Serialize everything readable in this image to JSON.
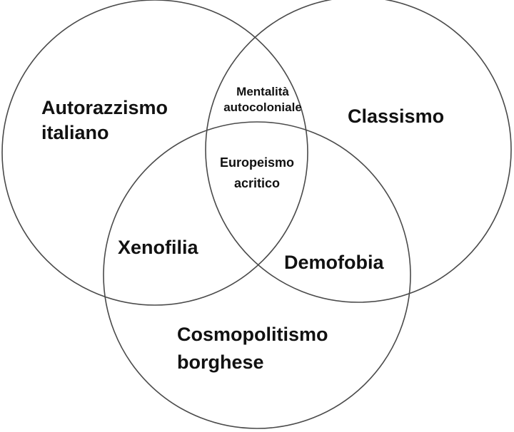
{
  "diagram": {
    "type": "venn",
    "stroke_color": "#4a4a4a",
    "sets": [
      {
        "label_line1": "Autorazzismo",
        "label_line2": "italiano"
      },
      {
        "label": "Classismo"
      },
      {
        "label_line1": "Cosmopolitismo",
        "label_line2": "borghese"
      }
    ],
    "intersections": {
      "left_right": {
        "line1": "Mentalità",
        "line2": "autocoloniale"
      },
      "all": {
        "line1": "Europeismo",
        "line2": "acritico"
      },
      "left_bottom": "Xenofilia",
      "right_bottom": "Demofobia"
    }
  }
}
